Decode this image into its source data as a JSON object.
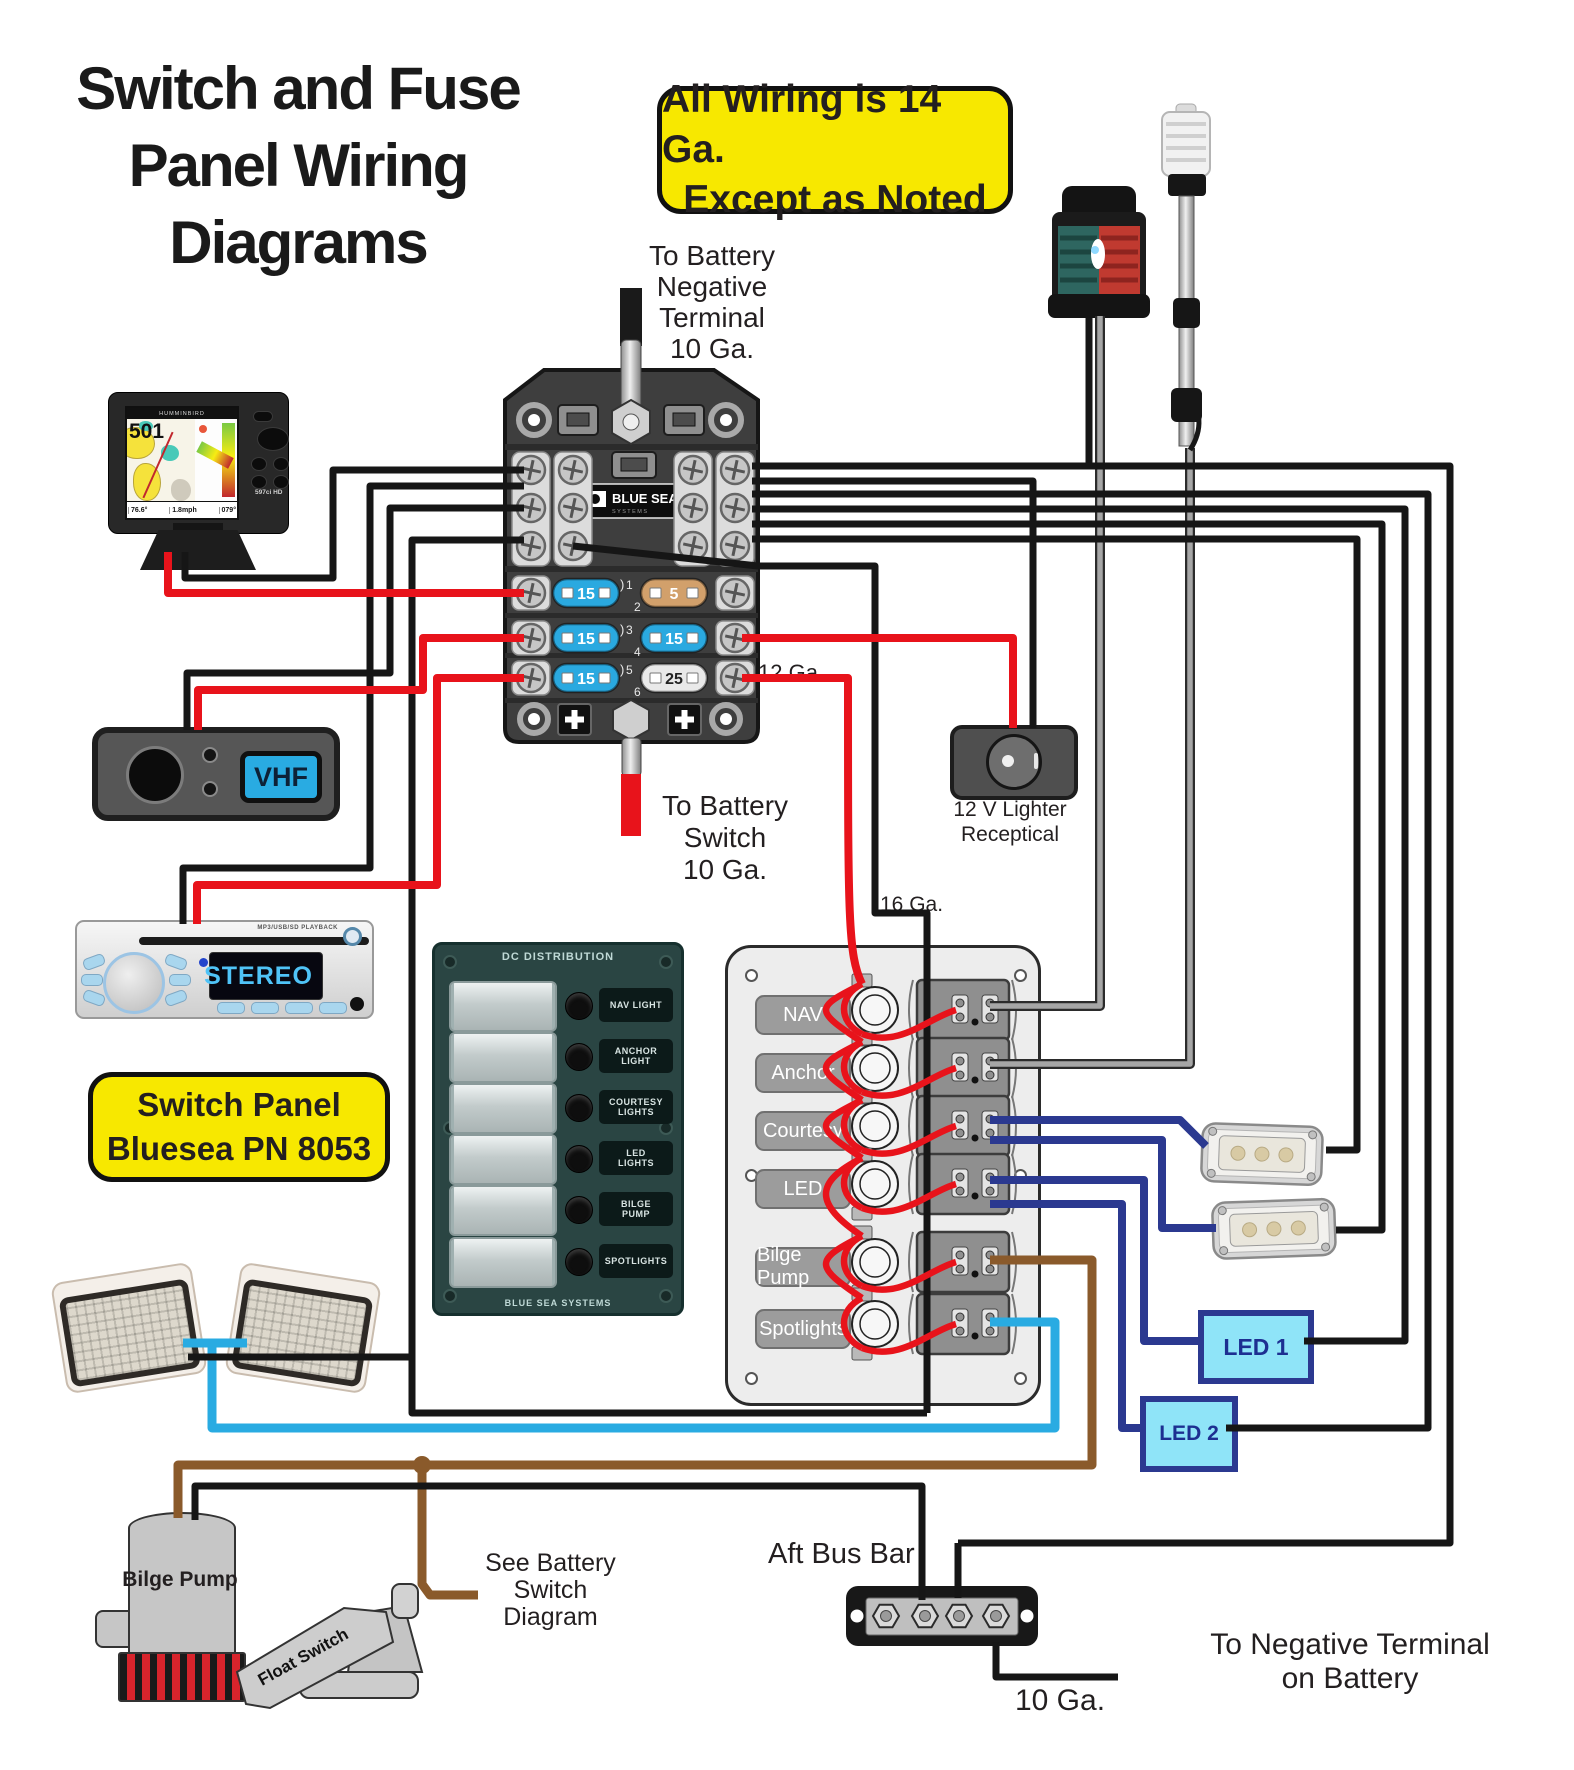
{
  "title": {
    "lines": [
      "Switch and Fuse",
      "Panel Wiring",
      "Diagrams"
    ]
  },
  "notes": {
    "wiring_note": {
      "lines": [
        "All Wiring is 14 Ga.",
        "Except as Noted"
      ]
    },
    "switch_panel_note": {
      "lines": [
        "Switch Panel",
        "Bluesea PN  8053"
      ]
    }
  },
  "labels": {
    "battery_negative": {
      "lines": [
        "To Battery",
        "Negative",
        "Terminal",
        "10 Ga."
      ]
    },
    "battery_switch": {
      "lines": [
        "To Battery",
        "Switch",
        "10 Ga."
      ]
    },
    "gauge_12": "12 Ga.",
    "gauge_16": "16 Ga.",
    "gauge_10_bottom": "10 Ga.",
    "lighter": {
      "lines": [
        "12 V  Lighter",
        "Receptical"
      ]
    },
    "aft_bus_bar": "Aft Bus Bar",
    "negative_terminal": {
      "lines": [
        "To Negative Terminal",
        "on Battery"
      ]
    },
    "see_battery": {
      "lines": [
        "See Battery",
        "Switch",
        "Diagram"
      ]
    }
  },
  "fuse_block": {
    "brand": "BLUE SEA",
    "brand_sub": "S Y S T E M S",
    "fuses": [
      {
        "slot": "1",
        "amps": "15",
        "color_key": "fuse_blue"
      },
      {
        "slot": "2",
        "amps": "5",
        "color_key": "fuse_tan"
      },
      {
        "slot": "3",
        "amps": "15",
        "color_key": "fuse_blue"
      },
      {
        "slot": "4",
        "amps": "15",
        "color_key": "fuse_blue"
      },
      {
        "slot": "5",
        "amps": "15",
        "color_key": "fuse_blue"
      },
      {
        "slot": "6",
        "amps": "25",
        "color_key": "fuse_gray"
      }
    ]
  },
  "dc_panel": {
    "header": "DC DISTRIBUTION",
    "footer": "BLUE SEA SYSTEMS",
    "circuits": [
      "NAV LIGHT",
      "ANCHOR\nLIGHT",
      "COURTESY\nLIGHTS",
      "LED\nLIGHTS",
      "BILGE\nPUMP",
      "SPOTLIGHTS"
    ]
  },
  "switch_panel": {
    "circuits": [
      "NAV",
      "Anchor",
      "Courtesy",
      "LED",
      "Bilge Pump",
      "Spotlights"
    ]
  },
  "devices": {
    "fishfinder": {
      "brand": "HUMMINBIRD",
      "depth": "501",
      "model": "597ci HD",
      "readouts": [
        "76.6°",
        "1.8mph",
        "079°"
      ]
    },
    "vhf": "VHF",
    "stereo": {
      "display": "STEREO",
      "top_text": "MP3/USB/SD PLAYBACK"
    },
    "led1": "LED 1",
    "led2": "LED 2",
    "bilge_pump": "Bilge Pump",
    "float_switch": "Float Switch"
  },
  "colors": {
    "positive_red": "#E8131B",
    "ground_black": "#161616",
    "output_gray": "#A6A6A6",
    "dark_blue": "#2B3990",
    "light_blue": "#29ABE2",
    "brown": "#8A5A2B",
    "note_yellow": "#F7E800",
    "fuse_blue": "#2AA9E0",
    "fuse_tan": "#D2A06B",
    "fuse_gray": "#E9E9E9"
  },
  "wires": [
    {
      "name": "wire-fishfinder-positive",
      "color_key": "positive_red"
    },
    {
      "name": "wire-fishfinder-ground",
      "color_key": "ground_black"
    },
    {
      "name": "wire-vhf-positive",
      "color_key": "positive_red"
    },
    {
      "name": "wire-vhf-ground",
      "color_key": "ground_black"
    },
    {
      "name": "wire-stereo-positive",
      "color_key": "positive_red"
    },
    {
      "name": "wire-stereo-ground",
      "color_key": "ground_black"
    },
    {
      "name": "wire-lighter-positive-12ga",
      "color_key": "positive_red"
    },
    {
      "name": "wire-lighter-ground",
      "color_key": "ground_black"
    },
    {
      "name": "wire-switch-panel-feed",
      "color_key": "positive_red"
    },
    {
      "name": "wire-switch-panel-ground-16ga",
      "color_key": "ground_black"
    },
    {
      "name": "wire-nav-light-output",
      "color_key": "output_gray"
    },
    {
      "name": "wire-anchor-light-output",
      "color_key": "output_gray"
    },
    {
      "name": "wire-courtesy-outputs",
      "color_key": "dark_blue"
    },
    {
      "name": "wire-led-outputs",
      "color_key": "dark_blue"
    },
    {
      "name": "wire-spotlights-output",
      "color_key": "light_blue"
    },
    {
      "name": "wire-bilge-pump-output",
      "color_key": "brown"
    },
    {
      "name": "wire-negative-returns",
      "color_key": "ground_black"
    }
  ]
}
